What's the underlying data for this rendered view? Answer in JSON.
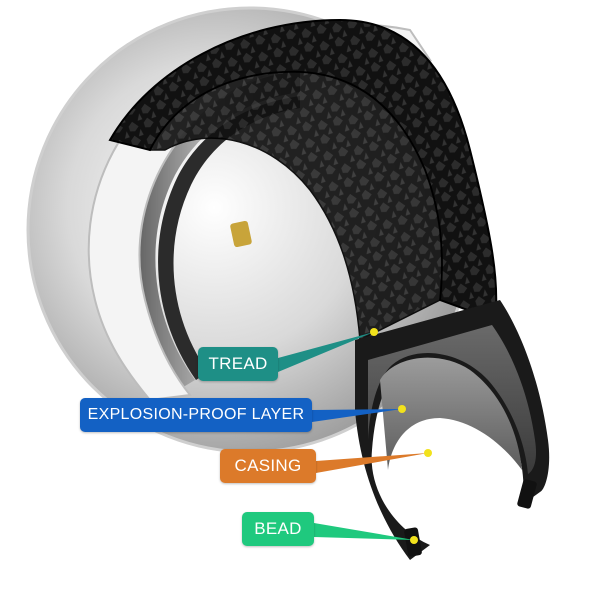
{
  "labels": {
    "tread": "TREAD",
    "explosion_proof_layer": "EXPLOSION-PROOF LAYER",
    "casing": "CASING",
    "bead": "BEAD"
  },
  "colors": {
    "tread": "#1e8f86",
    "explosion_proof_layer": "#1361c4",
    "casing": "#dc7a2a",
    "bead": "#1fc97e",
    "marker_dot": "#f2e21c"
  }
}
